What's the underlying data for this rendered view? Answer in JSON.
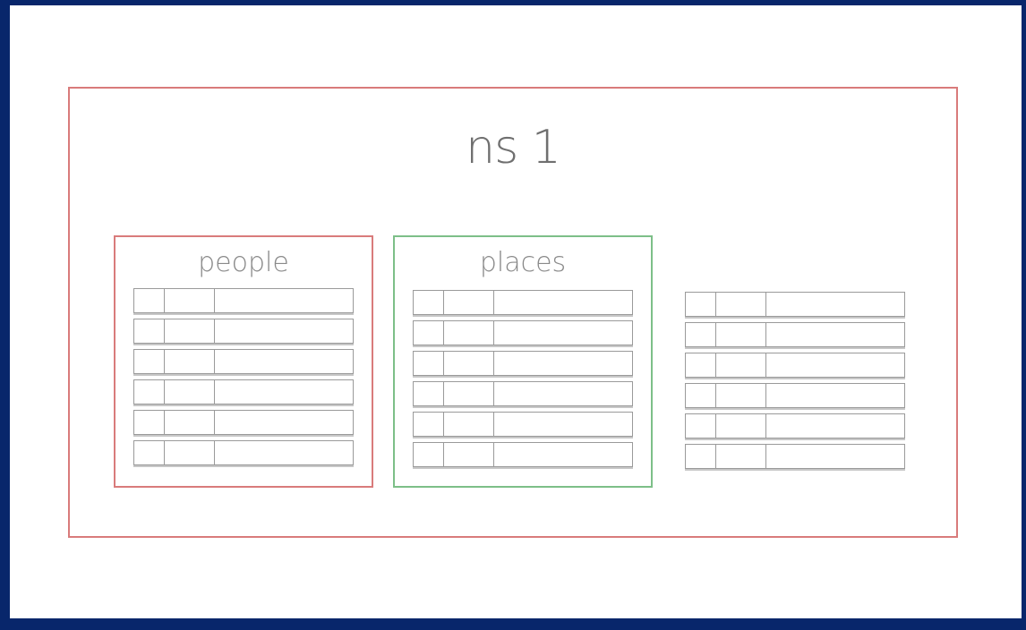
{
  "diagram": {
    "namespace_title": "ns 1",
    "collections": [
      {
        "label": "people",
        "border_color": "#d97b7b",
        "rows": 6
      },
      {
        "label": "places",
        "border_color": "#7dbf88",
        "rows": 6
      },
      {
        "label": "",
        "rows": 6
      }
    ]
  },
  "colors": {
    "background_frame": "#08266b",
    "namespace_border": "#d97b7b",
    "table_lines": "#9a9a9a",
    "text": "#6f6f6f"
  }
}
